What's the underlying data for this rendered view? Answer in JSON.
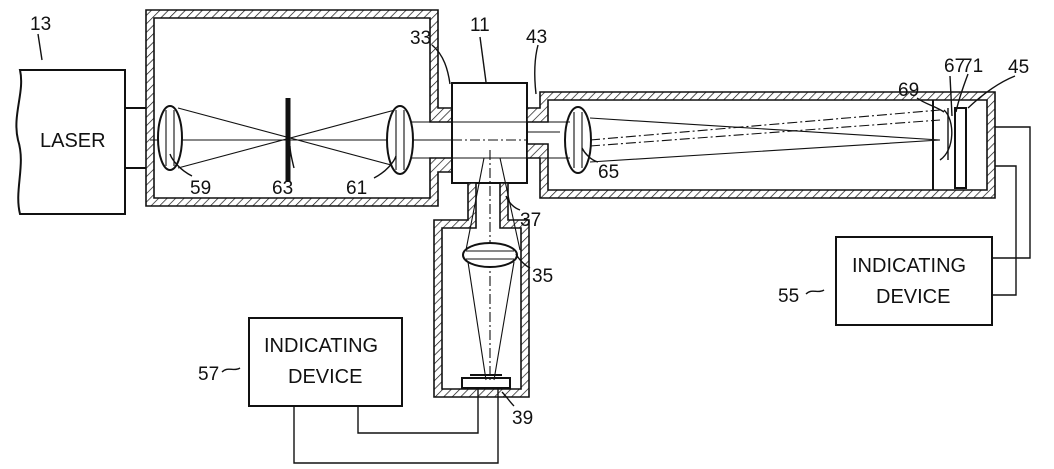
{
  "laser_label": "LASER",
  "devices": [
    {
      "line1": "INDICATING",
      "line2": "DEVICE"
    },
    {
      "line1": "INDICATING",
      "line2": "DEVICE"
    }
  ],
  "refs": {
    "r13": "13",
    "r11": "11",
    "r33": "33",
    "r43": "43",
    "r69": "69",
    "r67": "67",
    "r71": "71",
    "r45": "45",
    "r59": "59",
    "r63": "63",
    "r61": "61",
    "r65": "65",
    "r37": "37",
    "r35": "35",
    "r55": "55",
    "r57": "57",
    "r39": "39"
  }
}
